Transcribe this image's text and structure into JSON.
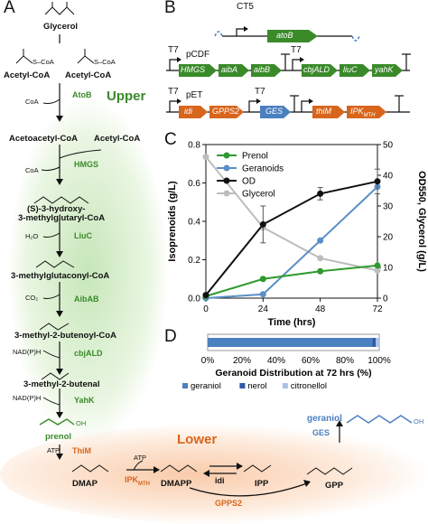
{
  "panels": {
    "a": "A",
    "b": "B",
    "c": "C",
    "d": "D"
  },
  "pathway": {
    "glycerol": "Glycerol",
    "acetyl_coa_1": "Acetyl-CoA",
    "acetyl_coa_2": "Acetyl-CoA",
    "acetyl_coa_3": "Acetyl-CoA",
    "acetoacetyl_coa": "Acetoacetyl-CoA",
    "hmg_coa_1": "(S)-3-hydroxy-",
    "hmg_coa_2": "3-methylglutaryl-CoA",
    "methylglutaconyl": "3-methylglutaconyl-CoA",
    "butenoyl": "3-methyl-2-butenoyl-CoA",
    "butenal": "3-methyl-2-butenal",
    "prenol": "prenol",
    "dmap": "DMAP",
    "dmapp": "DMAPP",
    "ipp": "IPP",
    "gpp": "GPP",
    "geraniol": "geraniol",
    "upper": "Upper",
    "lower": "Lower",
    "coa": "CoA",
    "co2": "CO₂",
    "h2o": "H₂O",
    "nadph_1": "NAD(P)H",
    "nadph_2": "NAD(P)H",
    "atp_1": "ATP",
    "atp_2": "ATP",
    "scoa": "S–CoA",
    "oh": "OH"
  },
  "enzymes": {
    "atob": "AtoB",
    "hmgs": "HMGS",
    "liuc": "LiuC",
    "aibab": "AibAB",
    "cbjald": "cbjALD",
    "yahk": "YahK",
    "thim": "ThiM",
    "ipk": "IPK",
    "ipk_sub": "MTH",
    "idi": "idi",
    "gpps2": "GPPS2",
    "ges": "GES"
  },
  "constructs": {
    "ct5": "CT5",
    "atob": "atoB",
    "t7_1": "T7",
    "t7_2": "T7",
    "t7_3": "T7",
    "t7_4": "T7",
    "pcdf": "pCDF",
    "pet": "pET",
    "pcdf_genes": [
      "HMGS",
      "aibA",
      "aibB",
      "cbjALD",
      "liuC",
      "yahK"
    ],
    "pet_genes": [
      "idi",
      "GPPS2",
      "GES",
      "thiM",
      "IPK"
    ],
    "pet_sub": "MTH",
    "terminator": "T"
  },
  "colors": {
    "green": "#3a8a2a",
    "orange": "#d8651c",
    "blue": "#4a7fc0",
    "gray": "#bdbdbd",
    "black": "#111111"
  },
  "chart_data": [
    {
      "type": "line",
      "xlabel": "Time (hrs)",
      "ylabel": "Isoprenoids (g/L)",
      "y2label": "OD550, Glycerol (g/L)",
      "x": [
        0,
        24,
        48,
        72
      ],
      "xticks": [
        0,
        24,
        48,
        72
      ],
      "ylim": [
        0,
        0.8
      ],
      "yticks": [
        0,
        0.2,
        0.4,
        0.6,
        0.8
      ],
      "y2lim": [
        0,
        50
      ],
      "y2ticks": [
        0,
        10,
        20,
        30,
        40,
        50
      ],
      "legend_position": "top-left",
      "series": [
        {
          "name": "Prenol",
          "axis": "left",
          "color": "#2e9a2e",
          "values": [
            0.01,
            0.1,
            0.14,
            0.17
          ]
        },
        {
          "name": "Geranoids",
          "axis": "left",
          "color": "#5a8fc7",
          "values": [
            0.0,
            0.02,
            0.3,
            0.58
          ]
        },
        {
          "name": "OD",
          "axis": "right",
          "color": "#111111",
          "values": [
            1,
            24,
            34,
            38
          ],
          "errors": [
            0,
            6,
            2,
            4
          ]
        },
        {
          "name": "Glycerol",
          "axis": "right",
          "color": "#bdbdbd",
          "values": [
            46,
            23,
            13,
            9
          ]
        }
      ]
    },
    {
      "type": "bar",
      "orientation": "horizontal-stacked",
      "xlabel": "Geranoid Distribution at 72 hrs (%)",
      "xlim": [
        0,
        100
      ],
      "xticks": [
        "0%",
        "20%",
        "40%",
        "60%",
        "80%",
        "100%"
      ],
      "series": [
        {
          "name": "geraniol",
          "color": "#4a7fc0",
          "values": [
            96
          ]
        },
        {
          "name": "nerol",
          "color": "#2f5aa8",
          "values": [
            2
          ]
        },
        {
          "name": "citronellol",
          "color": "#a9c2e6",
          "values": [
            2
          ]
        }
      ]
    }
  ]
}
